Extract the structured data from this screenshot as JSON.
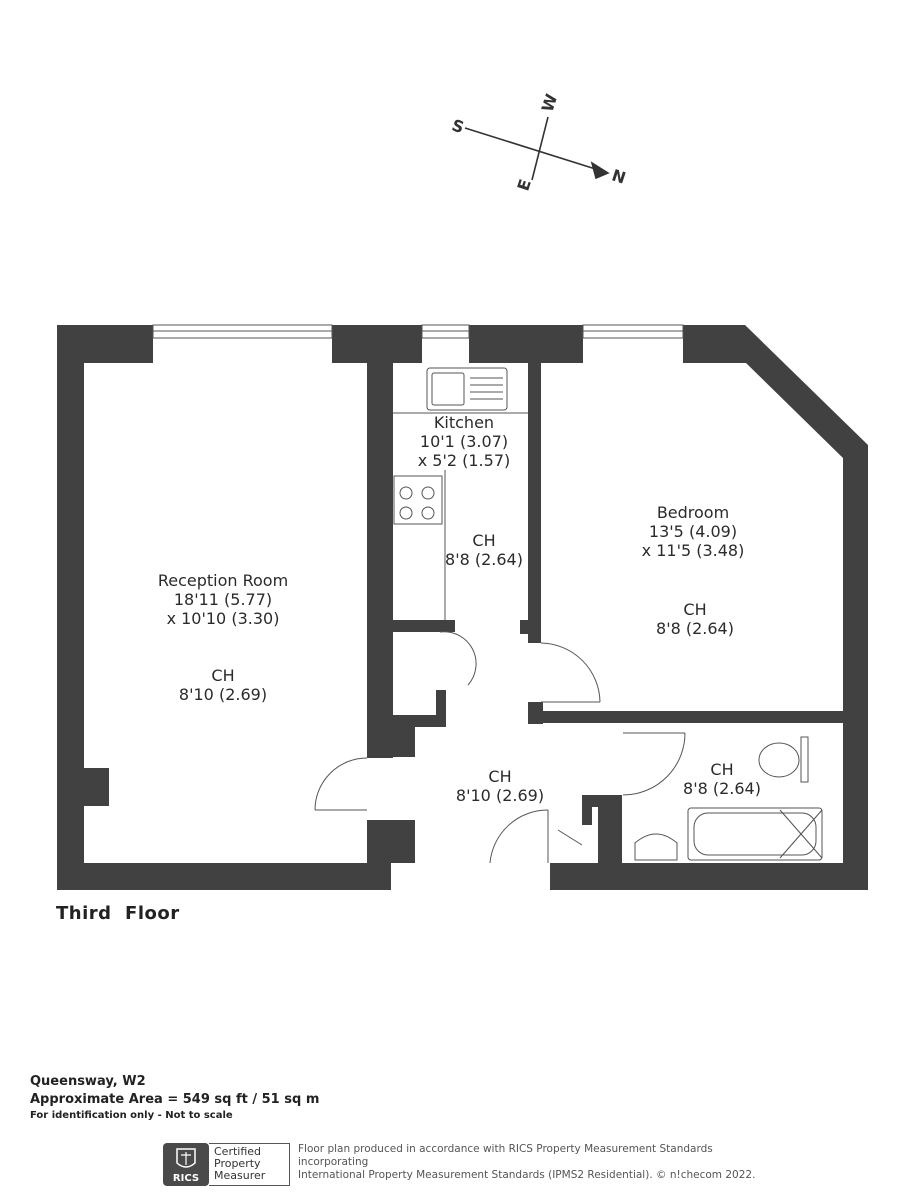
{
  "compass": {
    "north": "N",
    "south": "S",
    "east": "E",
    "west": "W"
  },
  "rooms": {
    "kitchen": {
      "name": "Kitchen",
      "dim1": "10'1 (3.07)",
      "dim2": "x 5'2 (1.57)",
      "ch": "CH",
      "height": "8'8 (2.64)"
    },
    "reception": {
      "name": "Reception Room",
      "dim1": "18'11 (5.77)",
      "dim2": "x 10'10 (3.30)",
      "ch": "CH",
      "height": "8'10 (2.69)"
    },
    "bedroom": {
      "name": "Bedroom",
      "dim1": "13'5 (4.09)",
      "dim2": "x 11'5 (3.48)",
      "ch": "CH",
      "height": "8'8 (2.64)"
    },
    "hall": {
      "ch": "CH",
      "height": "8'10 (2.69)"
    },
    "bathroom": {
      "ch": "CH",
      "height": "8'8 (2.64)"
    }
  },
  "floor_label": "Third  Floor",
  "footer": {
    "address": "Queensway, W2",
    "area": "Approximate Area = 549 sq ft / 51 sq m",
    "note": "For identification only - Not to scale",
    "rics_logo_text": "RICS",
    "cert_lines": [
      "Certified",
      "Property",
      "Measurer"
    ],
    "disclaimer_line1": "Floor plan produced in accordance with RICS Property Measurement Standards incorporating",
    "disclaimer_line2": "International Property Measurement Standards (IPMS2 Residential).  © n!checom 2022."
  },
  "colors": {
    "wall": "#414141",
    "line": "#555555"
  }
}
